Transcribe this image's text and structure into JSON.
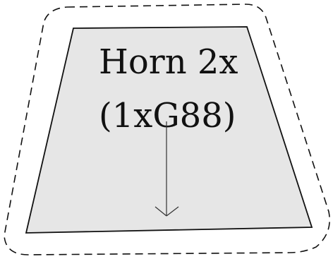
{
  "diagram": {
    "label_line1": "Horn 2x",
    "label_line2": "(1xG88)",
    "colors": {
      "outline_dashed": "#111111",
      "shape_fill": "#e6e6e6",
      "shape_stroke": "#111111",
      "arrow": "#333333",
      "background": "#ffffff"
    },
    "shape": "trapezoid",
    "arrow_direction": "down"
  }
}
